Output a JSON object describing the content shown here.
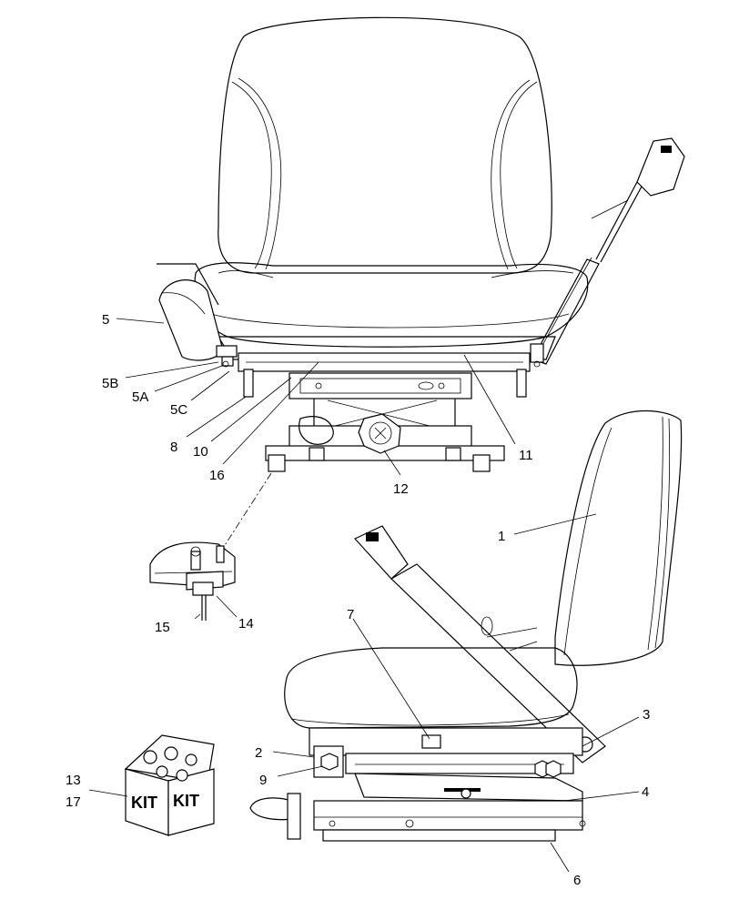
{
  "callouts": {
    "c1": "1",
    "c2": "2",
    "c3": "3",
    "c4": "4",
    "c5": "5",
    "c5a": "5A",
    "c5b": "5B",
    "c5c": "5C",
    "c6": "6",
    "c7": "7",
    "c8": "8",
    "c9": "9",
    "c10": "10",
    "c11": "11",
    "c12": "12",
    "c13": "13",
    "c14": "14",
    "c15": "15",
    "c16": "16",
    "c17": "17"
  },
  "kit_box": {
    "label_left": "KIT",
    "label_right": "KIT"
  }
}
